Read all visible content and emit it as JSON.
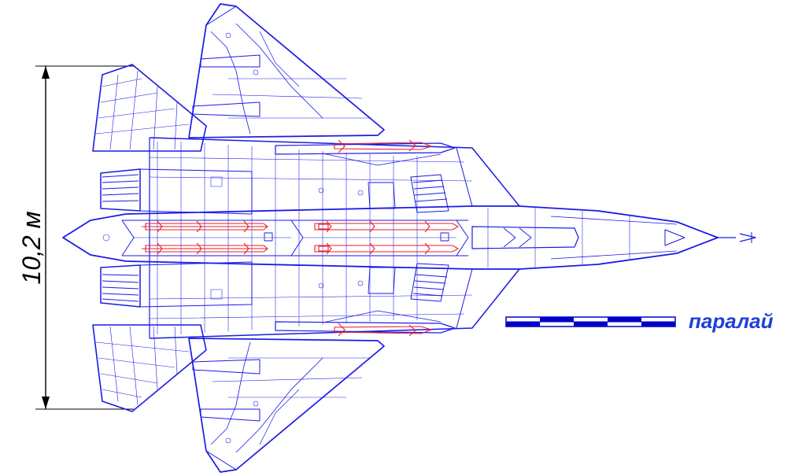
{
  "drawing": {
    "span_label": "10,2 м",
    "author": "паралай",
    "colors": {
      "line": "#1a1ae6",
      "weapons": "#e8202a",
      "dimension": "#000000",
      "scale_bar": "#0000c8"
    }
  },
  "scale_bar": {
    "segments": 5
  }
}
